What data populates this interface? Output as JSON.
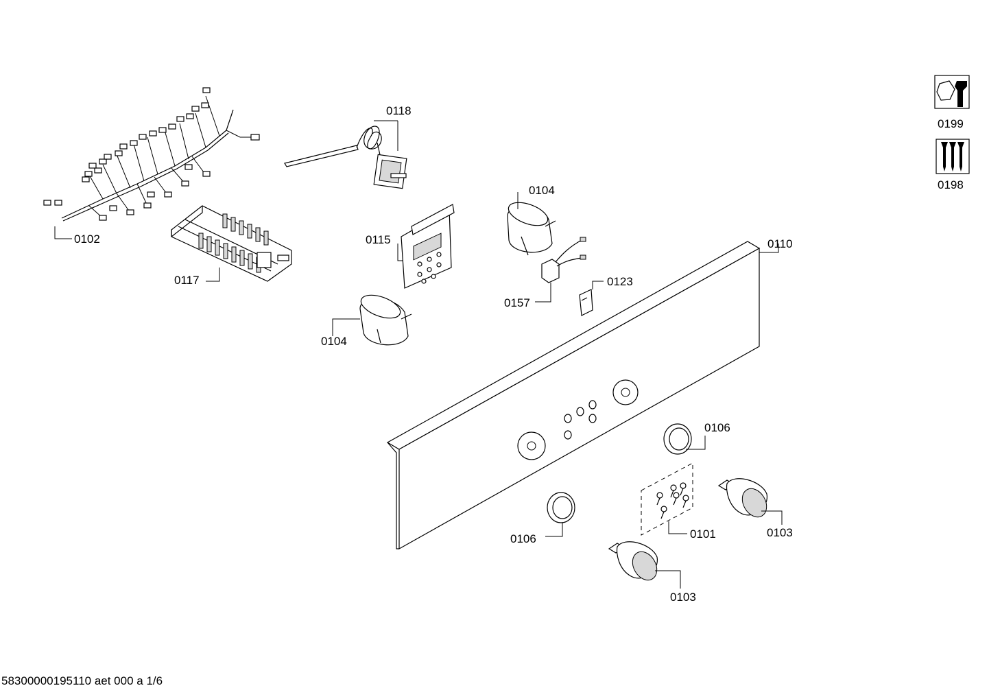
{
  "labels": {
    "p0118": "0118",
    "p0102": "0102",
    "p0117": "0117",
    "p0115": "0115",
    "p0104a": "0104",
    "p0104b": "0104",
    "p0157": "0157",
    "p0123": "0123",
    "p0110": "0110",
    "p0106a": "0106",
    "p0106b": "0106",
    "p0101": "0101",
    "p0103a": "0103",
    "p0103b": "0103",
    "p0199": "0199",
    "p0198": "0198"
  },
  "footer": "58300000195110 aet 000 a 1/6",
  "icons": {
    "service_tool": "wrench-nut-icon",
    "screw_set": "screws-icon"
  }
}
